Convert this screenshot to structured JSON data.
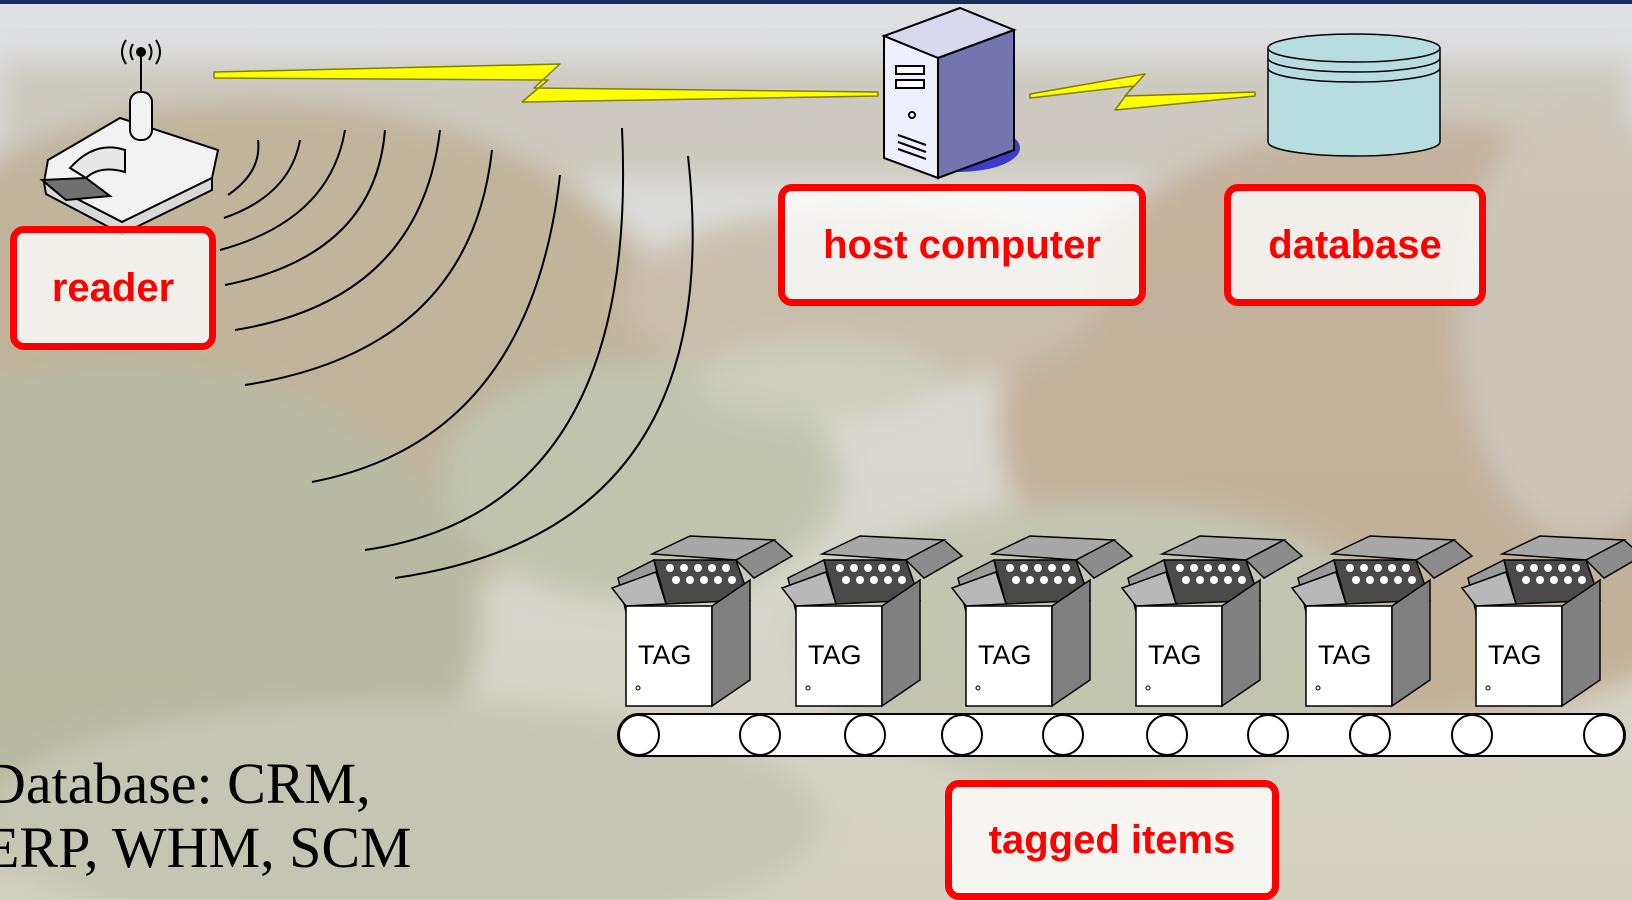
{
  "labels": {
    "reader": "reader",
    "host_computer": "host computer",
    "database": "database",
    "tagged_items": "tagged items"
  },
  "tag_label": "TAG",
  "tag_count": 6,
  "note": {
    "line1": "Database: CRM,",
    "line2": "ERP, WHM, SCM"
  },
  "icons": {
    "reader": "rfid-reader-icon",
    "host": "server-tower-icon",
    "database": "database-cylinder-icon",
    "link": "lightning-bolt-link-icon",
    "box": "tagged-box-icon"
  },
  "colors": {
    "label_red": "#ff0000",
    "lightning_yellow": "#ffff00",
    "db_fill": "#b7dde0",
    "server_blue": "#5a5ad6",
    "top_bar": "#1c2a5c"
  }
}
